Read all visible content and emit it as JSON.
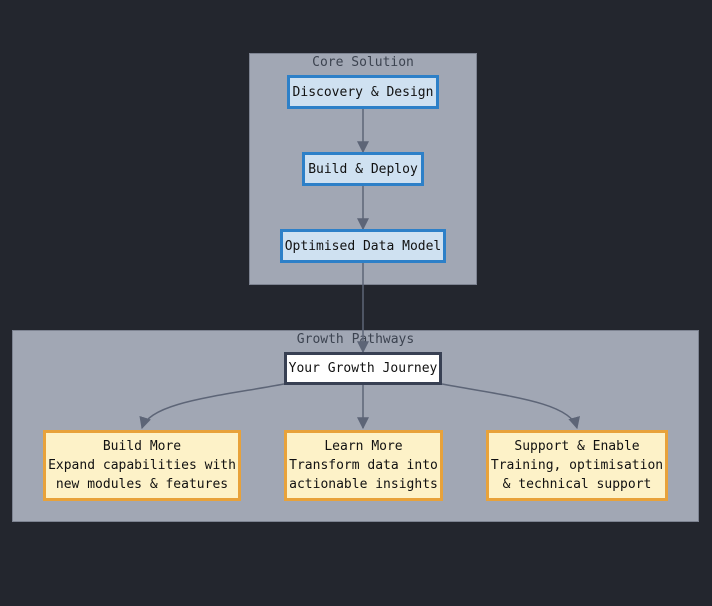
{
  "clusters": {
    "core": {
      "title": "Core Solution"
    },
    "growth": {
      "title": "Growth Pathways"
    }
  },
  "nodes": {
    "discovery": {
      "label": "Discovery & Design"
    },
    "build_deploy": {
      "label": "Build & Deploy"
    },
    "data_model": {
      "label": "Optimised Data Model"
    },
    "journey": {
      "label": "Your Growth Journey"
    },
    "build_more": {
      "title": "Build More",
      "line1": "Expand capabilities with",
      "line2": "new modules & features"
    },
    "learn_more": {
      "title": "Learn More",
      "line1": "Transform data into",
      "line2": "actionable insights"
    },
    "support": {
      "title": "Support & Enable",
      "line1": "Training, optimisation",
      "line2": "& technical support"
    }
  },
  "colors": {
    "background": "#23262e",
    "cluster_fill": "#a1a7b4",
    "core_fill": "#cfe1f1",
    "core_border": "#2d80c8",
    "journey_border": "#384053",
    "path_fill": "#fdf2c8",
    "path_border": "#e8a23a",
    "edge": "#5d6577"
  }
}
